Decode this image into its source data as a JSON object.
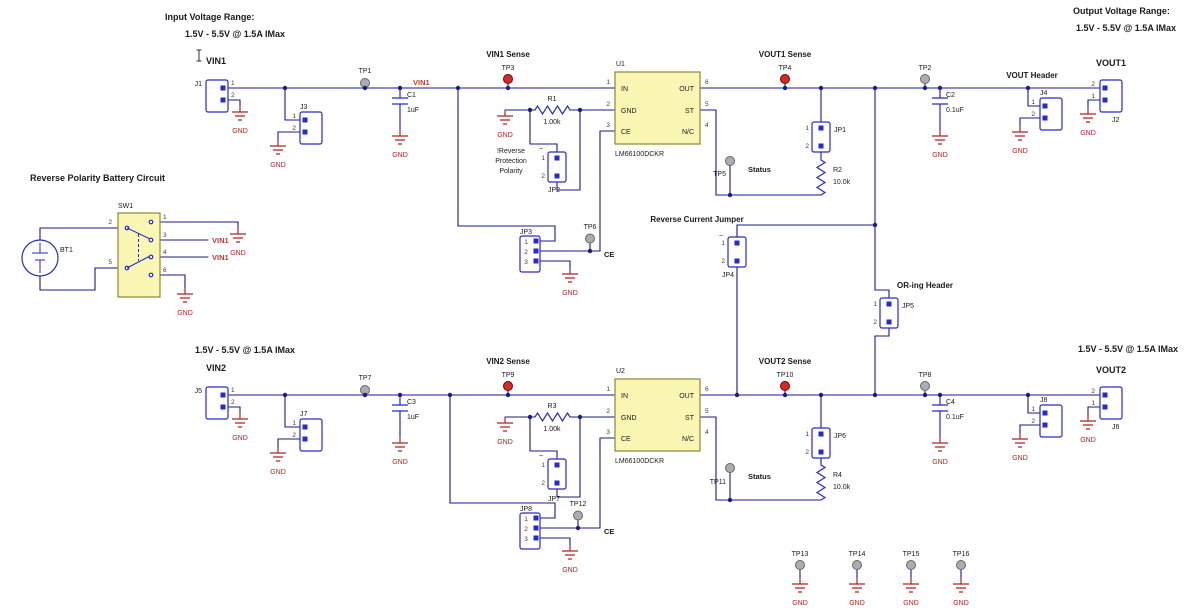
{
  "colors": {
    "wire": "#1a1a8c",
    "symbol_blue": "#2929cc",
    "ic_fill": "#FAF6B4",
    "ic_border": "#8a8a30",
    "gnd_red": "#B22222",
    "net_label_red": "#C03A2B",
    "testpoint_gray": "#ADADAD",
    "testpoint_red": "#D42A2A"
  },
  "titles": {
    "input_range_title": "Input Voltage Range:",
    "input_range_value": "1.5V - 5.5V @ 1.5A IMax",
    "output_range_title": "Output Voltage Range:",
    "output_range_value": "1.5V - 5.5V @ 1.5A IMax",
    "vin2_range_value": "1.5V - 5.5V @ 1.5A IMax",
    "vout2_range_value": "1.5V - 5.5V @ 1.5A IMax",
    "reverse_battery": "Reverse Polarity Battery Circuit",
    "vin1_sense": "VIN1 Sense",
    "vout1_sense": "VOUT1 Sense",
    "vin2_sense": "VIN2 Sense",
    "vout2_sense": "VOUT2 Sense",
    "vout_header": "VOUT Header",
    "oring_header": "OR-ing Header",
    "reverse_current_jumper": "Reverse Current Jumper",
    "reverse_protection_1": "!Reverse",
    "reverse_protection_2": "Protection",
    "reverse_protection_3": "Polarity",
    "status": "Status"
  },
  "ports": {
    "vin1": "VIN1",
    "vin2": "VIN2",
    "vout1": "VOUT1",
    "vout2": "VOUT2"
  },
  "nets": {
    "vin1": "VIN1",
    "ce": "CE",
    "gnd": "GND"
  },
  "ics": {
    "u1_ref": "U1",
    "u2_ref": "U2",
    "part": "LM66100DCKR",
    "pin_in": "IN",
    "pin_gnd": "GND",
    "pin_ce": "CE",
    "pin_out": "OUT",
    "pin_st": "ST",
    "pin_nc": "N/C",
    "num_in": "1",
    "num_gnd": "2",
    "num_ce": "3",
    "num_out": "6",
    "num_st": "5",
    "num_nc": "4"
  },
  "resistors": {
    "r1_ref": "R1",
    "r1_val": "1.00k",
    "r2_ref": "R2",
    "r2_val": "10.0k",
    "r3_ref": "R3",
    "r3_val": "1.00k",
    "r4_ref": "R4",
    "r4_val": "10.0k"
  },
  "capacitors": {
    "c1_ref": "C1",
    "c1_val": "1uF",
    "c2_ref": "C2",
    "c2_val": "0.1uF",
    "c3_ref": "C3",
    "c3_val": "1uF",
    "c4_ref": "C4",
    "c4_val": "0.1uF"
  },
  "connectors": {
    "j1": "J1",
    "j2": "J2",
    "j3": "J3",
    "j4": "J4",
    "j5": "J5",
    "j6": "J6",
    "j7": "J7",
    "j8": "J8",
    "pin1": "1",
    "pin2": "2"
  },
  "jumpers": {
    "jp1": "JP1",
    "jp2": "JP2",
    "jp3": "JP3",
    "jp4": "JP4",
    "jp5": "JP5",
    "jp6": "JP6",
    "jp7": "JP7",
    "jp8": "JP8",
    "pin1": "1",
    "pin2": "2",
    "pin3": "3",
    "mark": "~"
  },
  "battery": {
    "ref": "BT1"
  },
  "switch": {
    "ref": "SW1",
    "p1": "1",
    "p2": "2",
    "p3": "3",
    "p4": "4",
    "p5": "5",
    "p6": "6"
  },
  "testpoints": {
    "tp1": "TP1",
    "tp2": "TP2",
    "tp3": "TP3",
    "tp4": "TP4",
    "tp5": "TP5",
    "tp6": "TP6",
    "tp7": "TP7",
    "tp8": "TP8",
    "tp9": "TP9",
    "tp10": "TP10",
    "tp11": "TP11",
    "tp12": "TP12",
    "tp13": "TP13",
    "tp14": "TP14",
    "tp15": "TP15",
    "tp16": "TP16"
  }
}
